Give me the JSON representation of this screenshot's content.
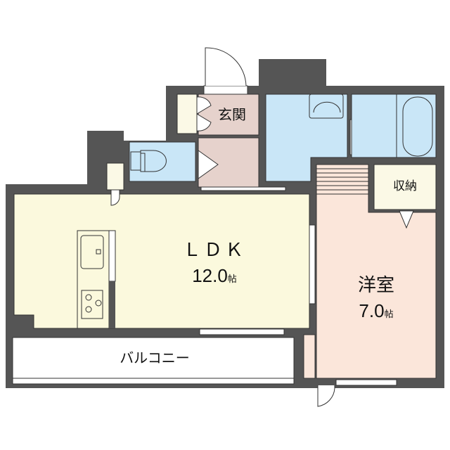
{
  "floor_plan": {
    "colors": {
      "wall": "#555555",
      "ldk_floor": "#fbf9dd",
      "western_room_floor": "#fbe6da",
      "wet_area": "#c9e6f7",
      "entrance": "#e6d2cc",
      "storage": "#fbf9e6",
      "balcony": "#ffffff"
    },
    "rooms": {
      "entrance": {
        "label": "玄関"
      },
      "ldk": {
        "label": "ＬＤＫ",
        "size": "12.0",
        "unit": "帖"
      },
      "western_room": {
        "label": "洋室",
        "size": "7.0",
        "unit": "帖"
      },
      "storage": {
        "label": "収納"
      },
      "balcony": {
        "label": "バルコニー"
      }
    }
  }
}
